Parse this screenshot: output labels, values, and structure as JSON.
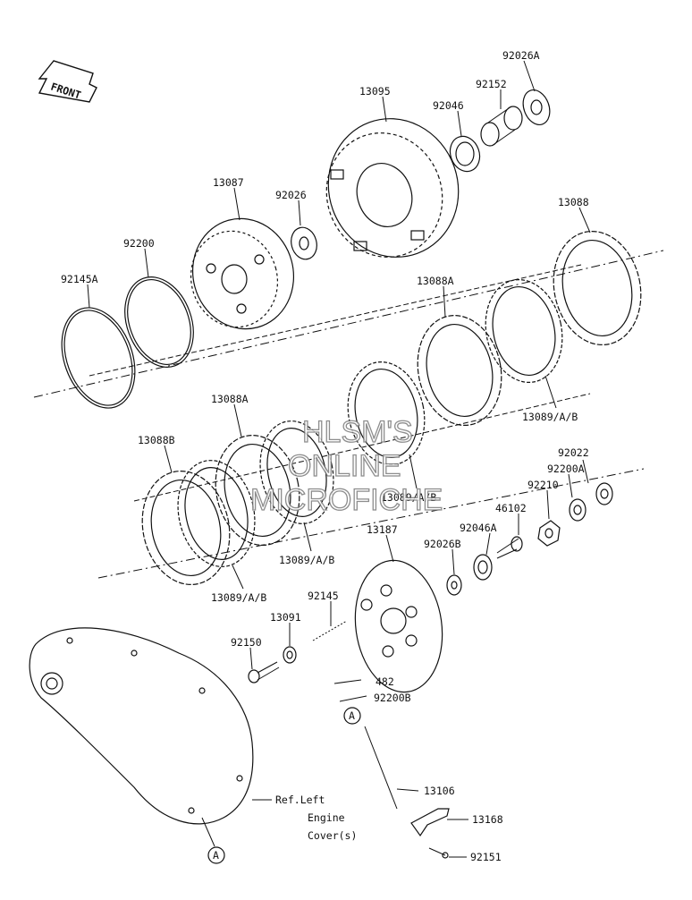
{
  "front_label": "FRONT",
  "watermark": [
    "HLSM'S",
    "ONLINE",
    "MICROFICHE"
  ],
  "ref_note": [
    "Ref.Left",
    "Engine",
    "Cover(s)"
  ],
  "callout_A": "A",
  "parts": {
    "p92026A": "92026A",
    "p13095": "13095",
    "p92046": "92046",
    "p92152": "92152",
    "p13087": "13087",
    "p92026": "92026",
    "p13088": "13088",
    "p92200": "92200",
    "p92145A": "92145A",
    "p13088A_top": "13088A",
    "p13088A_mid": "13088A",
    "p13089_right": "13089/A/B",
    "p13088B": "13088B",
    "p92022": "92022",
    "p92200A": "92200A",
    "p92210": "92210",
    "p13089_mid": "13089/A/B",
    "p46102": "46102",
    "p92046A": "92046A",
    "p13187": "13187",
    "p92026B": "92026B",
    "p13089_lower": "13089/A/B",
    "p13089_bottom": "13089/A/B",
    "p92145": "92145",
    "p13091": "13091",
    "p92150": "92150",
    "p482": "482",
    "p92200B": "92200B",
    "p13106": "13106",
    "p13168": "13168",
    "p92151": "92151"
  }
}
